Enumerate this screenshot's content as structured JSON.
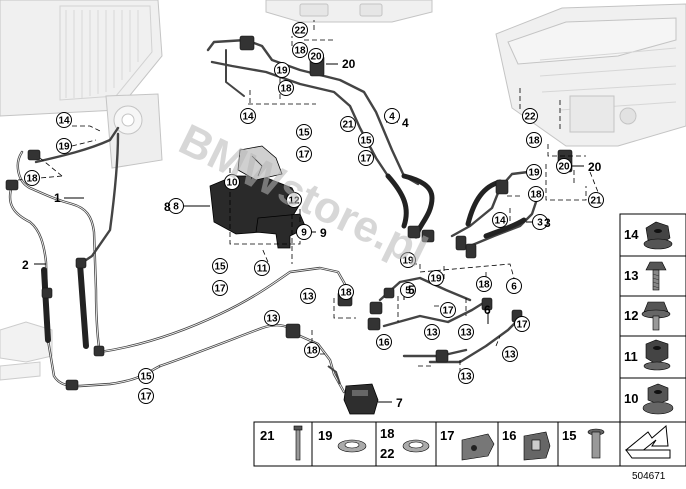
{
  "diagram": {
    "id": "504671",
    "watermark": "BMWstore.pl",
    "callouts": [
      "22",
      "18",
      "19",
      "18",
      "20",
      "14",
      "21",
      "15",
      "17",
      "15",
      "17",
      "4",
      "14",
      "19",
      "18",
      "10",
      "12",
      "8",
      "9",
      "11",
      "15",
      "17",
      "13",
      "18",
      "19",
      "19",
      "18",
      "17",
      "13",
      "5",
      "16",
      "13",
      "13",
      "18",
      "6",
      "17",
      "13",
      "13",
      "22",
      "18",
      "19",
      "18",
      "20",
      "14",
      "3",
      "21",
      "1",
      "2",
      "7",
      "15",
      "17"
    ],
    "leaders": [
      "20",
      "4",
      "1",
      "8",
      "9",
      "3",
      "2",
      "5",
      "6",
      "7",
      "20"
    ]
  },
  "legend": {
    "side": [
      {
        "num": "14",
        "icon": "flange-nut-icon"
      },
      {
        "num": "13",
        "icon": "hex-bolt-icon"
      },
      {
        "num": "12",
        "icon": "collar-screw-icon"
      },
      {
        "num": "11",
        "icon": "hex-nut-icon"
      },
      {
        "num": "10",
        "icon": "flange-nut-icon"
      }
    ],
    "bottom": [
      {
        "num": "21",
        "icon": "stud-bolt-icon"
      },
      {
        "num": "19",
        "icon": "sealing-ring-icon"
      },
      {
        "num": "18",
        "num2": "22",
        "icon": "o-ring-icon"
      },
      {
        "num": "17",
        "icon": "hose-clamp-icon"
      },
      {
        "num": "16",
        "icon": "bracket-clip-icon"
      },
      {
        "num": "15",
        "icon": "pin-icon"
      }
    ]
  }
}
